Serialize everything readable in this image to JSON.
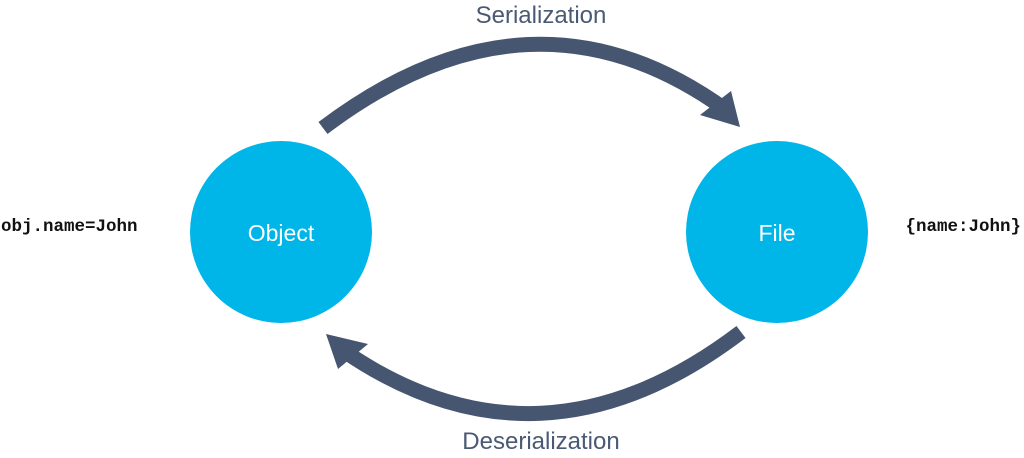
{
  "colors": {
    "node_fill": "#00b5e8",
    "arrow": "#465670",
    "label_text": "#4a5a73",
    "code_text": "#111111"
  },
  "nodes": {
    "object": {
      "label": "Object"
    },
    "file": {
      "label": "File"
    }
  },
  "arrows": {
    "serialization": {
      "label": "Serialization",
      "direction": "object-to-file"
    },
    "deserialization": {
      "label": "Deserialization",
      "direction": "file-to-object"
    }
  },
  "annotations": {
    "object_code": "obj.name=John",
    "file_code": "{name:John}"
  }
}
